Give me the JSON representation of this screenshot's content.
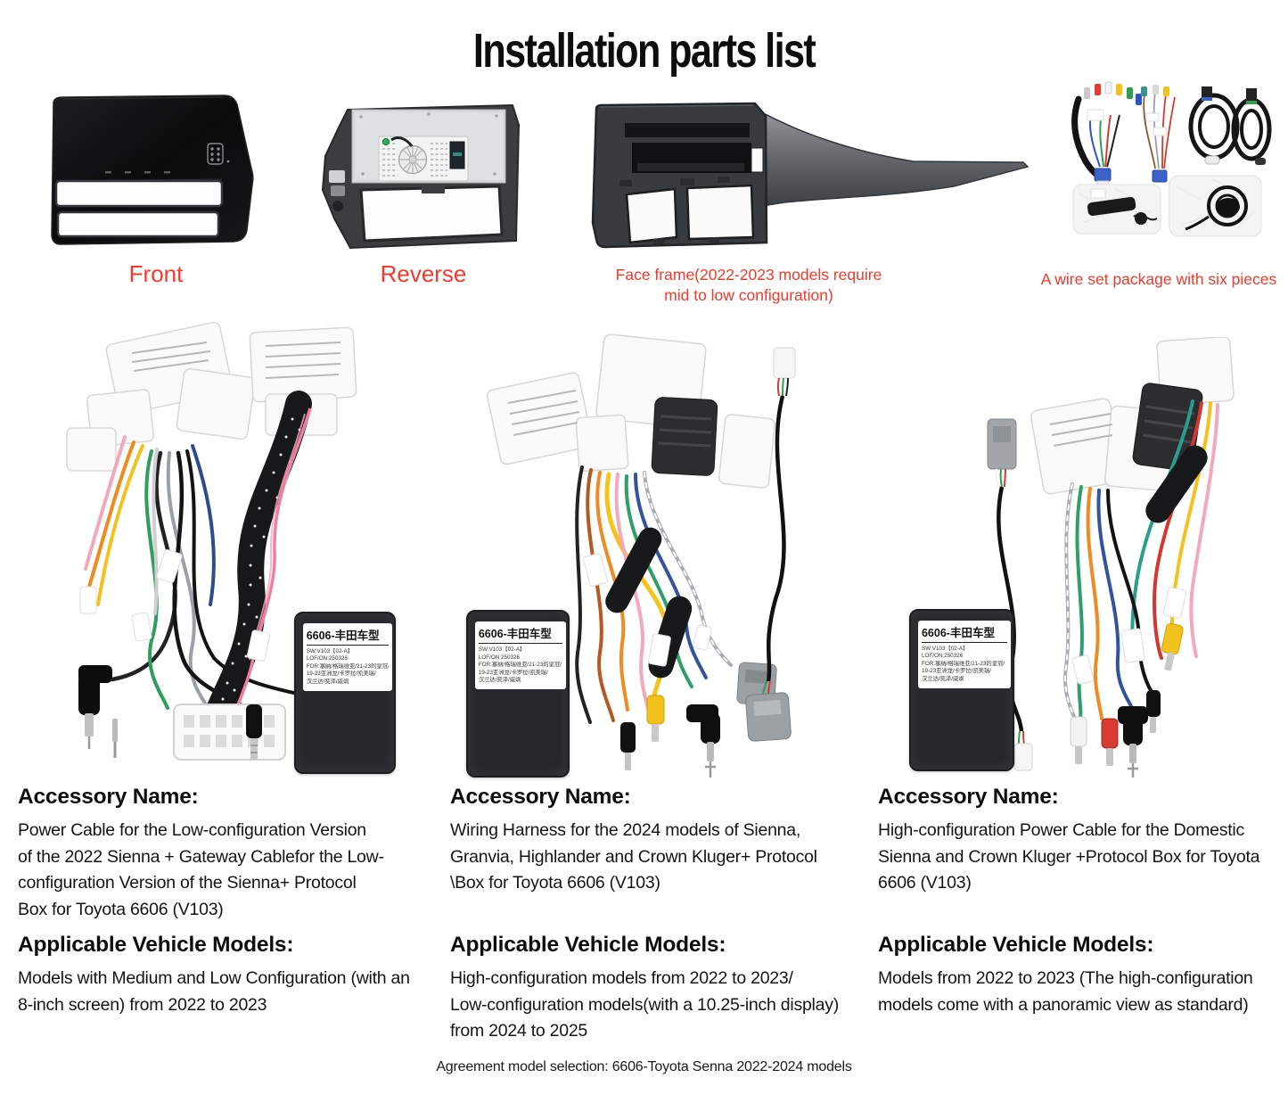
{
  "page": {
    "title": "Installation parts list",
    "footer_note": "Agreement model selection: 6606-Toyota Senna 2022-2024 models"
  },
  "colors": {
    "caption_red": "#f5382c",
    "body_text": "#141414",
    "protocol_box_body": "#27292c",
    "rca_yellow": "#f2c21c",
    "rca_red": "#d63a32",
    "rca_white": "#f2f2f2"
  },
  "top_figures": [
    {
      "caption": "Front"
    },
    {
      "caption": "Reverse"
    },
    {
      "caption": "Face frame(2022-2023 models require\nmid to low configuration)"
    },
    {
      "caption": "A wire set package with six pieces"
    }
  ],
  "protocol_box": {
    "title": "6606-丰田车型",
    "lines": [
      "SW:V103【02-A】",
      "LOF/ON:250326",
      "FOR:塞纳/格瑞维亚/21-23的皇冠/",
      "19-23亚洲龙/卡罗拉/凯美瑞/",
      "汉兰达/奕泽/威飒"
    ]
  },
  "sections": [
    {
      "accessory_label": "Accessory Name:",
      "accessory_text": "Power Cable for the Low-configuration Version\nof the 2022 Sienna + Gateway Cablefor the Low-\nconfiguration Version of the Sienna+ Protocol\nBox for Toyota 6606 (V103)",
      "models_label": "Applicable Vehicle Models:",
      "models_text": "Models with Medium and Low Configuration (with an\n8-inch screen) from 2022 to 2023"
    },
    {
      "accessory_label": "Accessory Name:",
      "accessory_text": "Wiring Harness for the 2024 models of Sienna,\nGranvia, Highlander and Crown Kluger+ Protocol\n\\Box for Toyota 6606 (V103)",
      "models_label": "Applicable Vehicle Models:",
      "models_text": "High-configuration models from 2022 to 2023/\nLow-configuration models(with a 10.25-inch display)\nfrom 2024 to 2025"
    },
    {
      "accessory_label": "Accessory Name:",
      "accessory_text": "High-configuration Power Cable for the Domestic\nSienna and Crown Kluger +Protocol Box for Toyota\n6606 (V103)",
      "models_label": "Applicable Vehicle Models:",
      "models_text": "Models from 2022 to 2023 (The high-configuration\nmodels come with a panoramic view as standard)"
    }
  ]
}
